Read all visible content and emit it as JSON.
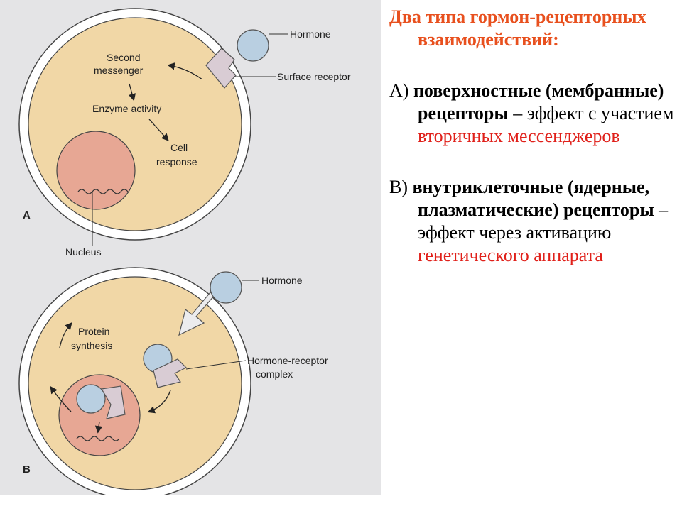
{
  "diagram": {
    "panel_a": {
      "letter": "A",
      "hormone": "Hormone",
      "surface_receptor": "Surface receptor",
      "second_messenger_1": "Second",
      "second_messenger_2": "messenger",
      "enzyme_activity": "Enzyme activity",
      "cell_response_1": "Cell",
      "cell_response_2": "response",
      "nucleus": "Nucleus"
    },
    "panel_b": {
      "letter": "B",
      "hormone": "Hormone",
      "protein_synthesis_1": "Protein",
      "protein_synthesis_2": "synthesis",
      "complex_1": "Hormone-receptor",
      "complex_2": "complex"
    }
  },
  "text": {
    "title": "Два типа гормон-рецепторных взаимодействий:",
    "item_a": {
      "prefix": "А) ",
      "bold": "поверхностные (мембранные) рецепторы",
      "middle": " – эффект с участием ",
      "red": "вторичных мессенджеров"
    },
    "item_b": {
      "prefix": "В) ",
      "bold": "внутриклеточные (ядерные, плазматические) рецепторы",
      "middle": " – эффект через активацию ",
      "red": "генетического аппарата"
    }
  },
  "colors": {
    "title": "#e8501e",
    "highlight": "#e0201a",
    "cytoplasm": "#f1d7a6",
    "nucleus": "#e7a794",
    "hormone": "#b9cfe1",
    "receptor": "#d9ccd4",
    "figure_background": "#e4e4e6"
  }
}
